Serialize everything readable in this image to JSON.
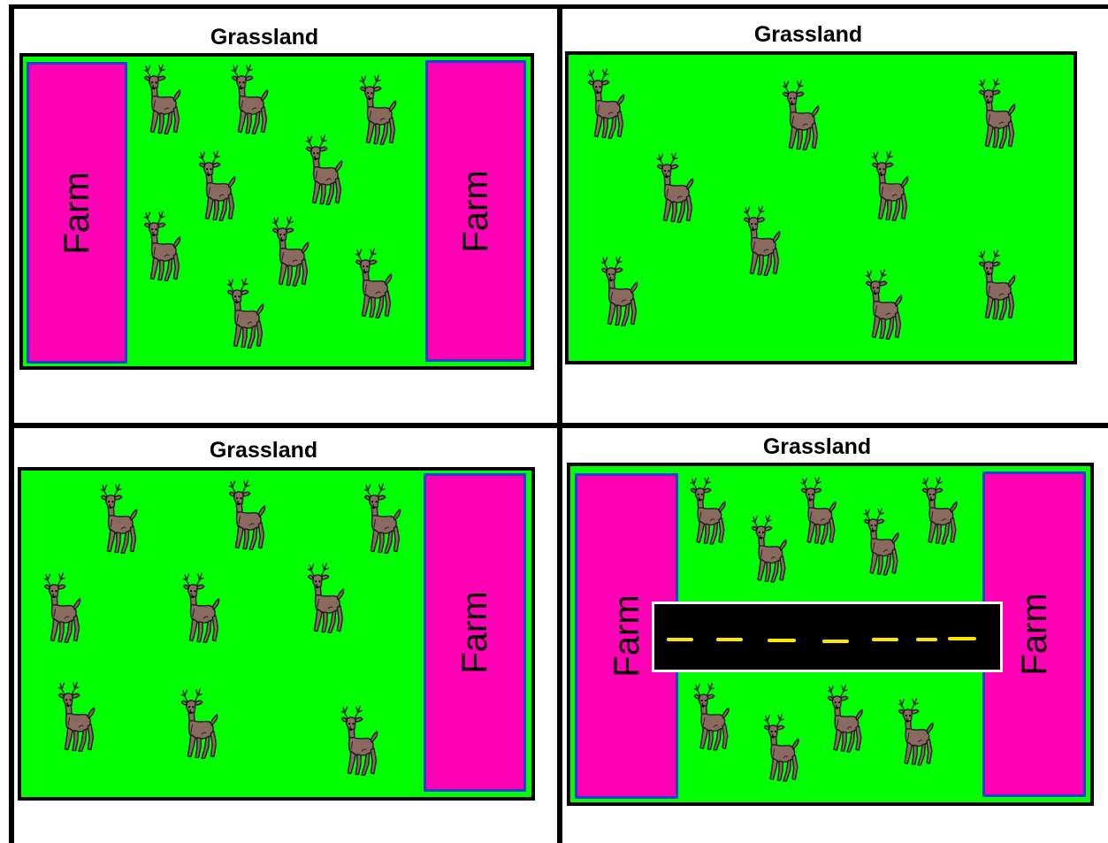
{
  "colors": {
    "grass": "#00ff00",
    "farm": "#ff00b4",
    "farm_border": "#1f3fd8",
    "road": "#000000",
    "lane_marking": "#ffe600",
    "deer_body": "#8a6a5e"
  },
  "icons": {
    "deer": "deer-icon"
  },
  "panels": [
    {
      "title": "Grassland",
      "farms": [
        {
          "label": "Farm"
        },
        {
          "label": "Farm"
        }
      ]
    },
    {
      "title": "Grassland",
      "farms": []
    },
    {
      "title": "Grassland",
      "farms": [
        {
          "label": "Farm"
        }
      ]
    },
    {
      "title": "Grassland",
      "farms": [
        {
          "label": "Farm"
        },
        {
          "label": "Farm"
        }
      ],
      "road": true
    }
  ]
}
